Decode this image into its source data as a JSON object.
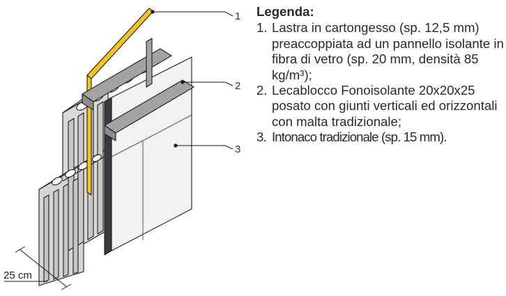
{
  "legend": {
    "title": "Legenda:",
    "items": [
      {
        "num": "1.",
        "text": "Lastra in cartongesso (sp. 12,5 mm) preaccoppiata ad un pannello isolante in fibra di vetro (sp. 20 mm, densità 85 kg/m³);"
      },
      {
        "num": "2.",
        "text": "Lecablocco Fonoisolante 20x20x25 posato con giunti verticali ed orizzontali con malta tradizionale;"
      },
      {
        "num": "3.",
        "text": "Intonaco tradizionale (sp. 15 mm)."
      }
    ]
  },
  "callouts": [
    "1",
    "2",
    "3"
  ],
  "dimension": "25 cm",
  "colors": {
    "insulation": "#f4c31c",
    "plasterboard": "#a3a3a3",
    "block": "#d9d9d9",
    "plaster": "#f2f2f2",
    "outline": "#1d1d1b"
  }
}
